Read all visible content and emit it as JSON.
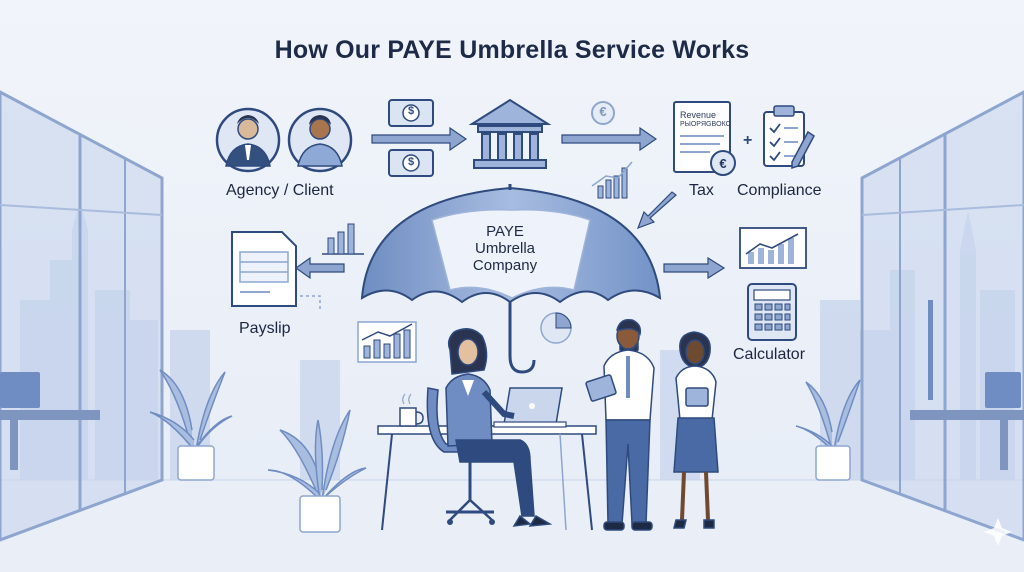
{
  "title": "How Our PAYE Umbrella Service Works",
  "umbrella": {
    "line1": "PAYE",
    "line2": "Umbrella",
    "line3": "Company"
  },
  "labels": {
    "agency": "Agency / Client",
    "tax": "Tax",
    "compliance": "Compliance",
    "payslip": "Payslip",
    "calculator": "Calculator"
  },
  "tax_document": {
    "line1": "Revenue",
    "line2": "PЫOPЯGBOКC"
  },
  "symbols": {
    "plus": "+",
    "euro": "€",
    "dollar": "$"
  },
  "colors": {
    "primary": "#2e4a7e",
    "light": "#8ea6cf",
    "background": "#eef2f9",
    "umbrella": "#8da6d2"
  }
}
